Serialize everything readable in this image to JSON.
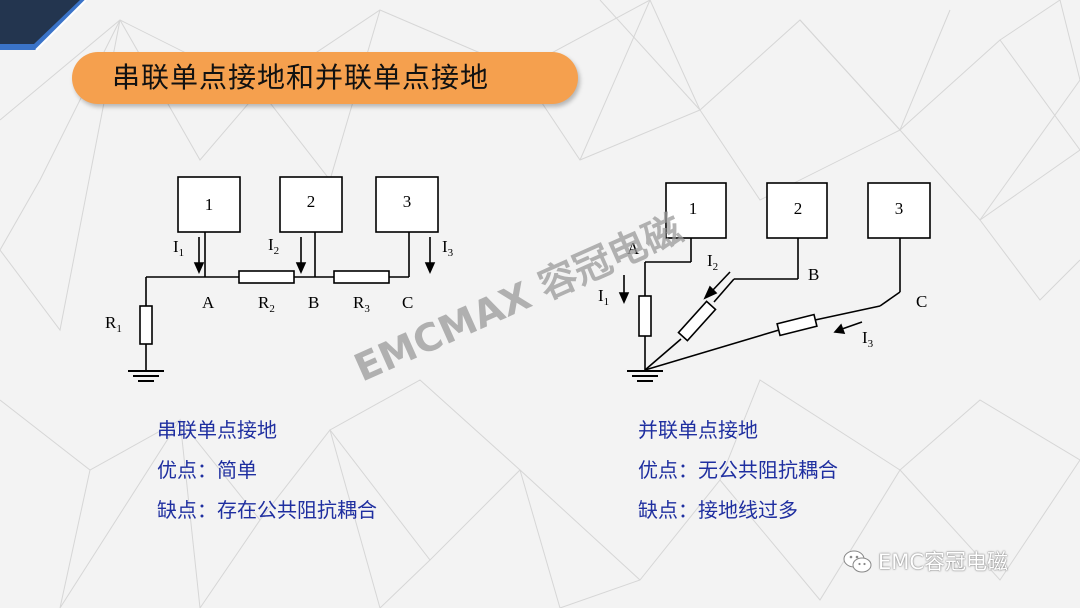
{
  "title": "串联单点接地和并联单点接地",
  "watermark": "EMCMAX  容冠电磁",
  "brand": "EMC容冠电磁",
  "icons": {
    "brand_icon": "wechat-icon"
  },
  "colors": {
    "title_bar": "#f5a04e",
    "text_blue": "#1f2fa0",
    "background": "#f3f3f3"
  },
  "left_diagram": {
    "boxes": [
      "1",
      "2",
      "3"
    ],
    "currents": [
      "I",
      "I",
      "I"
    ],
    "current_subs": [
      "1",
      "2",
      "3"
    ],
    "nodes": [
      "A",
      "B",
      "C"
    ],
    "resistors": [
      "R",
      "R",
      "R"
    ],
    "resistor_subs": [
      "1",
      "2",
      "3"
    ]
  },
  "right_diagram": {
    "boxes": [
      "1",
      "2",
      "3"
    ],
    "currents": [
      "I",
      "I",
      "I"
    ],
    "current_subs": [
      "1",
      "2",
      "3"
    ],
    "nodes": [
      "A",
      "B",
      "C"
    ]
  },
  "left_text": {
    "heading": "串联单点接地",
    "pros": "优点：简单",
    "cons": "缺点：存在公共阻抗耦合"
  },
  "right_text": {
    "heading": "并联单点接地",
    "pros": "优点：无公共阻抗耦合",
    "cons": "缺点：接地线过多"
  }
}
